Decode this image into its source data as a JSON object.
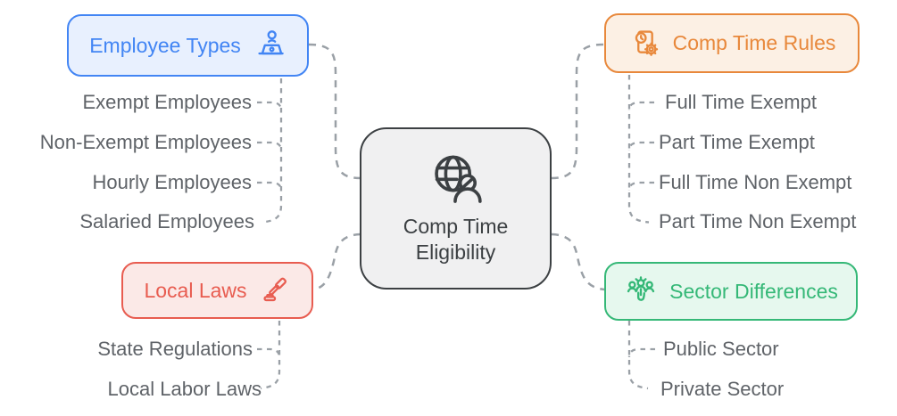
{
  "diagram": {
    "center": {
      "label": "Comp Time Eligibility",
      "icon": "globe-user-icon"
    },
    "branches": [
      {
        "id": "employee-types",
        "label": "Employee Types",
        "icon": "worker-desk-icon",
        "accent": "#4285F4",
        "fill": "#E8F0FE",
        "children": [
          "Exempt Employees",
          "Non-Exempt Employees",
          "Hourly Employees",
          "Salaried Employees"
        ]
      },
      {
        "id": "comp-time-rules",
        "label": "Comp Time Rules",
        "icon": "document-clock-gear-icon",
        "accent": "#E8883B",
        "fill": "#FCF0E4",
        "children": [
          "Full Time Exempt",
          "Part Time Exempt",
          "Full Time Non Exempt",
          "Part Time Non Exempt"
        ]
      },
      {
        "id": "local-laws",
        "label": "Local Laws",
        "icon": "gavel-icon",
        "accent": "#E85C50",
        "fill": "#FBE9E7",
        "children": [
          "State Regulations",
          "Local Labor Laws"
        ]
      },
      {
        "id": "sector-differences",
        "label": "Sector Differences",
        "icon": "team-icon",
        "accent": "#35B877",
        "fill": "#E6F8EE",
        "children": [
          "Public Sector",
          "Private Sector"
        ]
      }
    ],
    "colors": {
      "connector": "#9AA0A6",
      "center_border": "#3C4043",
      "center_fill": "#F0F0F1",
      "child_text": "#5F6368",
      "background": "#FFFFFF"
    }
  }
}
